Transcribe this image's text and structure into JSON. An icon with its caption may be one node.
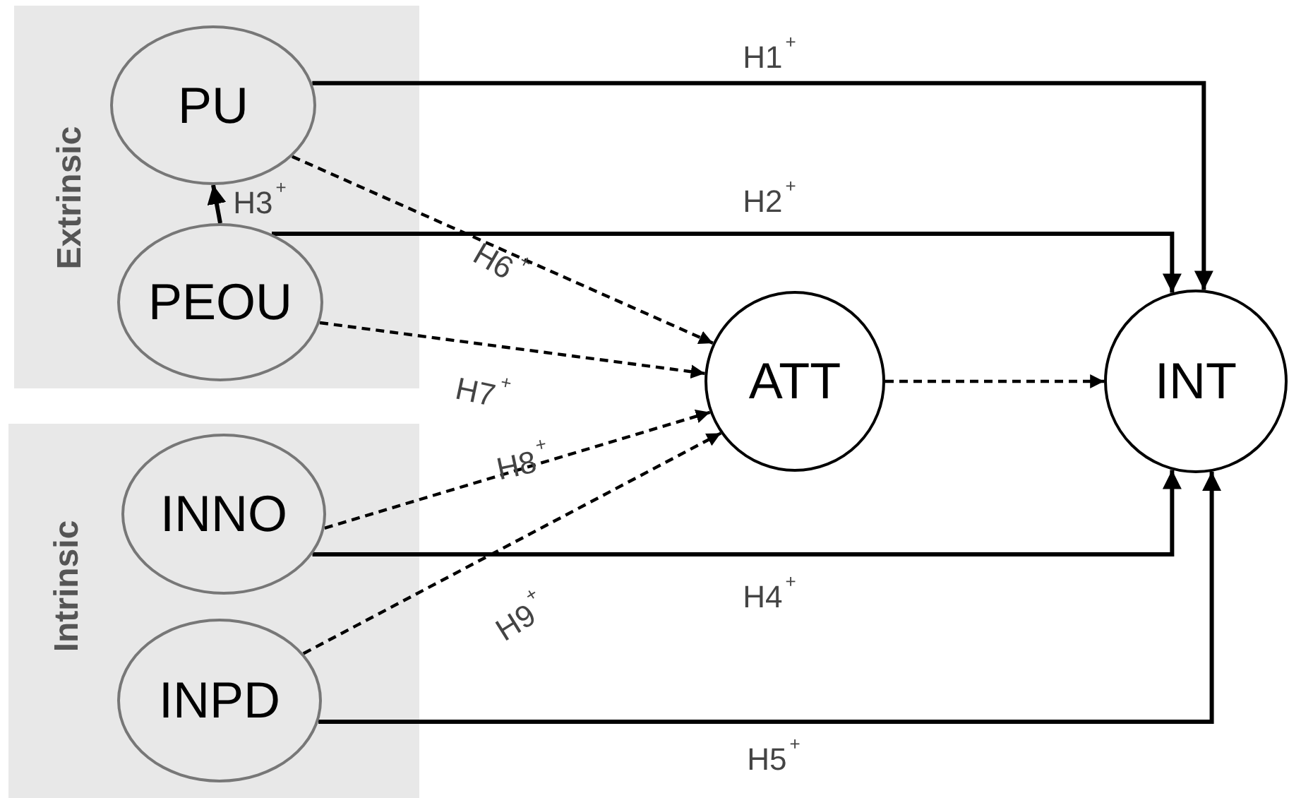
{
  "diagram": {
    "nodes": [
      {
        "text": [
          "Extrinsic"
        ]
      },
      {
        "text": [
          "PU"
        ],
        "in": 0
      },
      {
        "text": [
          "PEOU"
        ],
        "in": 0
      },
      {
        "text": [
          "Intrinsic"
        ]
      },
      {
        "text": [
          "INNO"
        ],
        "in": 3
      },
      {
        "text": [
          "INPD"
        ],
        "in": 3
      },
      {
        "text": [
          "ATT"
        ]
      },
      {
        "text": [
          "INT"
        ]
      }
    ],
    "edges": [
      {
        "from": 1,
        "to": 7,
        "arrow": "to",
        "label": "H1$^{+}$"
      },
      {
        "from": 2,
        "to": 7,
        "arrow": "to",
        "label": "H2$^{+}$"
      },
      {
        "from": 2,
        "to": 1,
        "arrow": "to",
        "label": "H3$^{+}$"
      },
      {
        "from": 1,
        "to": 6,
        "arrow": "to",
        "label": "H6$^{+}$",
        "style": "dashed"
      },
      {
        "from": 2,
        "to": 6,
        "arrow": "to",
        "label": "H7$^{+}$",
        "style": "dashed"
      },
      {
        "from": 4,
        "to": 6,
        "arrow": "to",
        "label": "H8$^{+}$",
        "style": "dashed"
      },
      {
        "from": 5,
        "to": 6,
        "arrow": "to",
        "label": "H9$^{+}$",
        "style": "dashed"
      },
      {
        "from": 4,
        "to": 7,
        "arrow": "to",
        "label": "H4$^{+}$"
      },
      {
        "from": 5,
        "to": 7,
        "arrow": "to",
        "label": "H5$^{+}$"
      },
      {
        "from": 6,
        "to": 7,
        "arrow": "to",
        "style": "dashed"
      }
    ]
  }
}
